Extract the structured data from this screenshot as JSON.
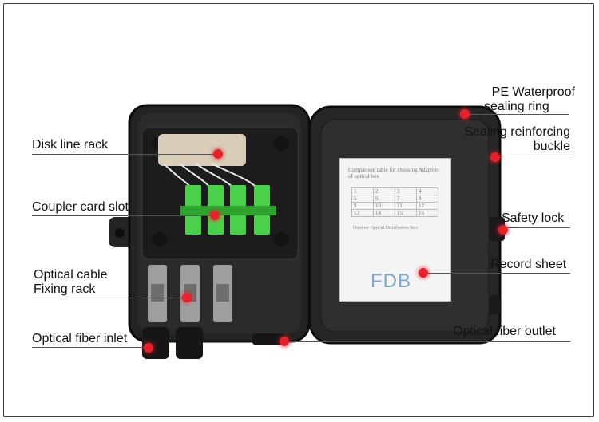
{
  "labels": {
    "disk_line_rack": "Disk line rack",
    "coupler_card_slot": "Coupler card slot",
    "optical_cable_line1": "Optical cable",
    "optical_cable_line2": "Fixing rack",
    "optical_fiber_inlet": "Optical fiber inlet",
    "pe_waterproof_line1": "PE Waterproof",
    "pe_waterproof_line2": "sealing ring",
    "sealing_buckle_line1": "Sealing reinforcing",
    "sealing_buckle_line2": "buckle",
    "safety_lock": "Safety lock",
    "record_sheet": "Record sheet",
    "optical_fiber_outlet": "Optical fiber outlet"
  },
  "record_sheet_content": {
    "title": "Comparison table for choosing Adaptors of optical box",
    "table": [
      [
        "1",
        "2",
        "3",
        "4"
      ],
      [
        "5",
        "6",
        "7",
        "8"
      ],
      [
        "9",
        "10",
        "11",
        "12"
      ],
      [
        "13",
        "14",
        "15",
        "16"
      ]
    ],
    "subtitle": "Outdoor Optical Distribution Box",
    "brand": "FDB"
  },
  "colors": {
    "marker": "#e8202a",
    "box_body": "#1f1f1f",
    "adapter": "#4bd04b"
  }
}
